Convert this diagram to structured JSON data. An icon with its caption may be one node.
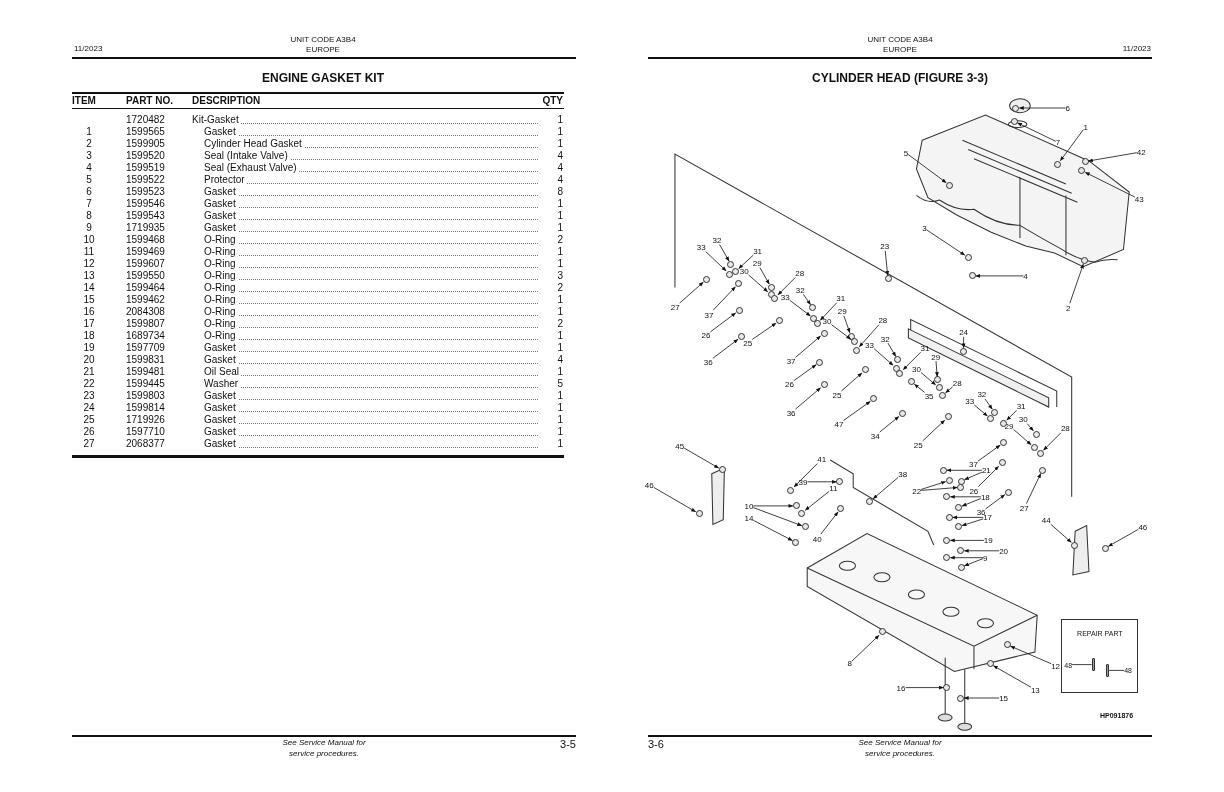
{
  "diagram": {
    "nodes": [
      {
        "text": [
          "6"
        ]
      },
      {
        "text": [
          "7"
        ]
      },
      {
        "text": [
          "1"
        ]
      },
      {
        "text": [
          "42"
        ]
      },
      {
        "text": [
          "5"
        ]
      },
      {
        "text": [
          "43"
        ]
      },
      {
        "text": [
          "3"
        ]
      },
      {
        "text": [
          "32"
        ]
      },
      {
        "text": [
          "33"
        ]
      },
      {
        "text": [
          "23"
        ]
      },
      {
        "text": [
          "31"
        ]
      },
      {
        "text": [
          "29"
        ]
      },
      {
        "text": [
          "4"
        ]
      },
      {
        "text": [
          "30"
        ]
      },
      {
        "text": [
          "28"
        ]
      },
      {
        "text": [
          "32"
        ]
      },
      {
        "text": [
          "2"
        ]
      },
      {
        "text": [
          "27"
        ]
      },
      {
        "text": [
          "33"
        ]
      },
      {
        "text": [
          "31"
        ]
      },
      {
        "text": [
          "37"
        ]
      },
      {
        "text": [
          "29"
        ]
      },
      {
        "text": [
          "30"
        ]
      },
      {
        "text": [
          "28"
        ]
      },
      {
        "text": [
          "26"
        ]
      },
      {
        "text": [
          "24"
        ]
      },
      {
        "text": [
          "25"
        ]
      },
      {
        "text": [
          "32"
        ]
      },
      {
        "text": [
          "33"
        ]
      },
      {
        "text": [
          "31"
        ]
      },
      {
        "text": [
          "37"
        ]
      },
      {
        "text": [
          "36"
        ]
      },
      {
        "text": [
          "29"
        ]
      },
      {
        "text": [
          "30"
        ]
      },
      {
        "text": [
          "26"
        ]
      },
      {
        "text": [
          "28"
        ]
      },
      {
        "text": [
          "25"
        ]
      },
      {
        "text": [
          "35"
        ]
      },
      {
        "text": [
          "32"
        ]
      },
      {
        "text": [
          "33"
        ]
      },
      {
        "text": [
          "36"
        ]
      },
      {
        "text": [
          "31"
        ]
      },
      {
        "text": [
          "47"
        ]
      },
      {
        "text": [
          "30"
        ]
      },
      {
        "text": [
          "29"
        ]
      },
      {
        "text": [
          "34"
        ]
      },
      {
        "text": [
          "28"
        ]
      },
      {
        "text": [
          "25"
        ]
      },
      {
        "text": [
          "45"
        ]
      },
      {
        "text": [
          "37"
        ]
      },
      {
        "text": [
          "41"
        ]
      },
      {
        "text": [
          "21"
        ]
      },
      {
        "text": [
          "38"
        ]
      },
      {
        "text": [
          "39"
        ]
      },
      {
        "text": [
          "26"
        ]
      },
      {
        "text": [
          "22"
        ]
      },
      {
        "text": [
          "46"
        ]
      },
      {
        "text": [
          "11"
        ]
      },
      {
        "text": [
          "18"
        ]
      },
      {
        "text": [
          "27"
        ]
      },
      {
        "text": [
          "10"
        ]
      },
      {
        "text": [
          "36"
        ]
      },
      {
        "text": [
          "17"
        ]
      },
      {
        "text": [
          "40"
        ]
      },
      {
        "text": [
          "14"
        ]
      },
      {
        "text": [
          "44"
        ]
      },
      {
        "text": [
          "46"
        ]
      },
      {
        "text": [
          "19"
        ]
      },
      {
        "text": [
          "20"
        ]
      },
      {
        "text": [
          "9"
        ]
      },
      {
        "text": [
          "REPAIR PART"
        ]
      },
      {
        "text": [
          "48"
        ],
        "in": 70
      },
      {
        "text": [
          "48"
        ],
        "in": 70
      },
      {
        "text": [
          "8"
        ]
      },
      {
        "text": [
          "12"
        ]
      },
      {
        "text": [
          "13"
        ]
      },
      {
        "text": [
          "16"
        ]
      },
      {
        "text": [
          "15"
        ]
      },
      {
        "text": [],
        "shape": "circle"
      },
      {
        "text": [],
        "shape": "circle"
      },
      {
        "text": [],
        "shape": "circle"
      },
      {
        "text": [],
        "shape": "circle"
      },
      {
        "text": [],
        "shape": "circle"
      },
      {
        "text": [],
        "shape": "circle"
      },
      {
        "text": [],
        "shape": "circle"
      },
      {
        "text": [],
        "shape": "circle"
      },
      {
        "text": [],
        "shape": "circle"
      },
      {
        "text": [],
        "shape": "circle"
      },
      {
        "text": [],
        "shape": "circle"
      },
      {
        "text": [],
        "shape": "circle"
      },
      {
        "text": [],
        "shape": "circle"
      },
      {
        "text": [],
        "shape": "circle"
      },
      {
        "text": [],
        "shape": "circle"
      },
      {
        "text": [],
        "shape": "circle"
      },
      {
        "text": [],
        "shape": "circle"
      },
      {
        "text": [],
        "shape": "circle"
      },
      {
        "text": [],
        "shape": "circle"
      },
      {
        "text": [],
        "shape": "circle"
      },
      {
        "text": [],
        "shape": "circle"
      },
      {
        "text": [],
        "shape": "circle"
      },
      {
        "text": [],
        "shape": "circle"
      },
      {
        "text": [],
        "shape": "circle"
      },
      {
        "text": [],
        "shape": "circle"
      },
      {
        "text": [],
        "shape": "circle"
      },
      {
        "text": [],
        "shape": "circle"
      },
      {
        "text": [],
        "shape": "circle"
      },
      {
        "text": [],
        "shape": "circle"
      },
      {
        "text": [],
        "shape": "circle"
      },
      {
        "text": [],
        "shape": "circle"
      },
      {
        "text": [],
        "shape": "circle"
      },
      {
        "text": [],
        "shape": "circle"
      },
      {
        "text": [],
        "shape": "circle"
      },
      {
        "text": [],
        "shape": "circle"
      },
      {
        "text": [],
        "shape": "circle"
      },
      {
        "text": [],
        "shape": "circle"
      },
      {
        "text": [],
        "shape": "circle"
      },
      {
        "text": [],
        "shape": "circle"
      },
      {
        "text": [],
        "shape": "circle"
      },
      {
        "text": [],
        "shape": "circle"
      },
      {
        "text": [],
        "shape": "circle"
      },
      {
        "text": [],
        "shape": "circle"
      },
      {
        "text": [],
        "shape": "circle"
      },
      {
        "text": [],
        "shape": "circle"
      },
      {
        "text": [],
        "shape": "circle"
      },
      {
        "text": [],
        "shape": "circle"
      },
      {
        "text": [],
        "shape": "circle"
      },
      {
        "text": [],
        "shape": "circle"
      },
      {
        "text": [],
        "shape": "circle"
      },
      {
        "text": [],
        "shape": "circle"
      },
      {
        "text": [],
        "shape": "circle"
      },
      {
        "text": [],
        "shape": "circle"
      },
      {
        "text": [],
        "shape": "circle"
      },
      {
        "text": [],
        "shape": "circle"
      },
      {
        "text": [],
        "shape": "circle"
      },
      {
        "text": [],
        "shape": "circle"
      },
      {
        "text": [],
        "shape": "circle"
      },
      {
        "text": [],
        "shape": "circle"
      },
      {
        "text": [],
        "shape": "circle"
      },
      {
        "text": [],
        "shape": "circle"
      },
      {
        "text": [],
        "shape": "circle"
      },
      {
        "text": [],
        "shape": "circle"
      },
      {
        "text": [],
        "shape": "circle"
      },
      {
        "text": [],
        "shape": "circle"
      },
      {
        "text": [],
        "shape": "circle"
      },
      {
        "text": [],
        "shape": "circle"
      },
      {
        "text": [],
        "shape": "circle"
      },
      {
        "text": [],
        "shape": "circle"
      },
      {
        "text": [],
        "shape": "circle"
      },
      {
        "text": [],
        "shape": "circle"
      },
      {
        "text": [],
        "shape": "circle"
      },
      {
        "text": [],
        "shape": "circle"
      },
      {
        "text": [],
        "shape": "circle"
      },
      {
        "text": [],
        "shape": "circle"
      },
      {
        "text": [],
        "shape": "circle"
      },
      {
        "text": [],
        "shape": "bar",
        "in": 70
      },
      {
        "text": [],
        "shape": "bar",
        "in": 70
      },
      {
        "text": [],
        "shape": "circle"
      },
      {
        "text": [],
        "shape": "circle"
      },
      {
        "text": [],
        "shape": "circle"
      },
      {
        "text": [],
        "shape": "circle"
      },
      {
        "text": [],
        "shape": "circle"
      }
    ],
    "edges": [
      {
        "from": 0,
        "to": 78,
        "arrow": "to"
      },
      {
        "from": 1,
        "to": 79,
        "arrow": "to"
      },
      {
        "from": 2,
        "to": 80,
        "arrow": "to"
      },
      {
        "from": 3,
        "to": 81,
        "arrow": "to"
      },
      {
        "from": 4,
        "to": 82,
        "arrow": "to"
      },
      {
        "from": 5,
        "to": 83,
        "arrow": "to"
      },
      {
        "from": 6,
        "to": 84,
        "arrow": "to"
      },
      {
        "from": 7,
        "to": 85,
        "arrow": "to"
      },
      {
        "from": 8,
        "to": 86,
        "arrow": "to"
      },
      {
        "from": 9,
        "to": 87,
        "arrow": "to"
      },
      {
        "from": 10,
        "to": 88,
        "arrow": "to"
      },
      {
        "from": 11,
        "to": 89,
        "arrow": "to"
      },
      {
        "from": 12,
        "to": 90,
        "arrow": "to"
      },
      {
        "from": 13,
        "to": 91,
        "arrow": "to"
      },
      {
        "from": 14,
        "to": 92,
        "arrow": "to"
      },
      {
        "from": 15,
        "to": 93,
        "arrow": "to"
      },
      {
        "from": 16,
        "to": 94,
        "arrow": "to"
      },
      {
        "from": 17,
        "to": 95,
        "arrow": "to"
      },
      {
        "from": 18,
        "to": 96,
        "arrow": "to"
      },
      {
        "from": 19,
        "to": 97,
        "arrow": "to"
      },
      {
        "from": 20,
        "to": 98,
        "arrow": "to"
      },
      {
        "from": 21,
        "to": 99,
        "arrow": "to"
      },
      {
        "from": 22,
        "to": 100,
        "arrow": "to"
      },
      {
        "from": 23,
        "to": 101,
        "arrow": "to"
      },
      {
        "from": 24,
        "to": 102,
        "arrow": "to"
      },
      {
        "from": 25,
        "to": 103,
        "arrow": "to"
      },
      {
        "from": 26,
        "to": 104,
        "arrow": "to"
      },
      {
        "from": 27,
        "to": 105,
        "arrow": "to"
      },
      {
        "from": 28,
        "to": 106,
        "arrow": "to"
      },
      {
        "from": 29,
        "to": 107,
        "arrow": "to"
      },
      {
        "from": 30,
        "to": 108,
        "arrow": "to"
      },
      {
        "from": 31,
        "to": 109,
        "arrow": "to"
      },
      {
        "from": 32,
        "to": 110,
        "arrow": "to"
      },
      {
        "from": 33,
        "to": 111,
        "arrow": "to"
      },
      {
        "from": 34,
        "to": 112,
        "arrow": "to"
      },
      {
        "from": 35,
        "to": 113,
        "arrow": "to"
      },
      {
        "from": 36,
        "to": 114,
        "arrow": "to"
      },
      {
        "from": 37,
        "to": 115,
        "arrow": "to"
      },
      {
        "from": 38,
        "to": 116,
        "arrow": "to"
      },
      {
        "from": 39,
        "to": 117,
        "arrow": "to"
      },
      {
        "from": 40,
        "to": 118,
        "arrow": "to"
      },
      {
        "from": 41,
        "to": 119,
        "arrow": "to"
      },
      {
        "from": 42,
        "to": 120,
        "arrow": "to"
      },
      {
        "from": 43,
        "to": 121,
        "arrow": "to"
      },
      {
        "from": 44,
        "to": 122,
        "arrow": "to"
      },
      {
        "from": 45,
        "to": 123,
        "arrow": "to"
      },
      {
        "from": 46,
        "to": 124,
        "arrow": "to"
      },
      {
        "from": 47,
        "to": 125,
        "arrow": "to"
      },
      {
        "from": 48,
        "to": 126,
        "arrow": "to"
      },
      {
        "from": 49,
        "to": 127,
        "arrow": "to"
      },
      {
        "from": 50,
        "to": 128,
        "arrow": "to"
      },
      {
        "from": 51,
        "to": 129,
        "arrow": "to"
      },
      {
        "from": 51,
        "to": 130,
        "arrow": "to"
      },
      {
        "from": 52,
        "to": 131,
        "arrow": "to"
      },
      {
        "from": 53,
        "to": 132,
        "arrow": "to"
      },
      {
        "from": 54,
        "to": 133,
        "arrow": "to"
      },
      {
        "from": 55,
        "to": 134,
        "arrow": "to"
      },
      {
        "from": 55,
        "to": 135,
        "arrow": "to"
      },
      {
        "from": 56,
        "to": 136,
        "arrow": "to"
      },
      {
        "from": 57,
        "to": 137,
        "arrow": "to"
      },
      {
        "from": 58,
        "to": 138,
        "arrow": "to"
      },
      {
        "from": 58,
        "to": 139,
        "arrow": "to"
      },
      {
        "from": 59,
        "to": 140,
        "arrow": "to"
      },
      {
        "from": 60,
        "to": 141,
        "arrow": "to"
      },
      {
        "from": 60,
        "to": 142,
        "arrow": "to"
      },
      {
        "from": 61,
        "to": 143,
        "arrow": "to"
      },
      {
        "from": 62,
        "to": 144,
        "arrow": "to"
      },
      {
        "from": 62,
        "to": 145,
        "arrow": "to"
      },
      {
        "from": 63,
        "to": 146,
        "arrow": "to"
      },
      {
        "from": 64,
        "to": 147,
        "arrow": "to"
      },
      {
        "from": 65,
        "to": 148,
        "arrow": "to"
      },
      {
        "from": 66,
        "to": 149,
        "arrow": "to"
      },
      {
        "from": 67,
        "to": 150,
        "arrow": "to"
      },
      {
        "from": 68,
        "to": 151,
        "arrow": "to"
      },
      {
        "from": 69,
        "to": 152,
        "arrow": "to"
      },
      {
        "from": 69,
        "to": 153,
        "arrow": "to"
      },
      {
        "from": 71,
        "to": 154,
        "arrow": "none"
      },
      {
        "from": 72,
        "to": 155,
        "arrow": "none"
      },
      {
        "from": 73,
        "to": 156,
        "arrow": "to"
      },
      {
        "from": 74,
        "to": 157,
        "arrow": "to"
      },
      {
        "from": 75,
        "to": 158,
        "arrow": "to"
      },
      {
        "from": 76,
        "to": 159,
        "arrow": "to"
      },
      {
        "from": 77,
        "to": 160,
        "arrow": "to"
      }
    ],
    "labels": [
      "11/2023",
      "UNIT CODE A3B4",
      "EUROPE",
      "UNIT CODE A3B4",
      "EUROPE",
      "11/2023",
      "ENGINE GASKET KIT",
      "CYLINDER HEAD (FIGURE 3-3)",
      "ITEM",
      "PART NO.",
      "DESCRIPTION",
      "QTY",
      "1720482",
      "Kit-Gasket",
      "1",
      "1",
      "1599565",
      "Gasket",
      "1",
      "2",
      "1599905",
      "Cylinder Head Gasket",
      "1",
      "3",
      "1599520",
      "Seal (Intake Valve)",
      "4",
      "4",
      "1599519",
      "Seal (Exhaust Valve)",
      "4",
      "5",
      "1599522",
      "Protector",
      "4",
      "6",
      "1599523",
      "Gasket",
      "8",
      "7",
      "1599546",
      "Gasket",
      "1",
      "8",
      "1599543",
      "Gasket",
      "1",
      "9",
      "1719935",
      "Gasket",
      "1",
      "10",
      "1599468",
      "O-Ring",
      "2",
      "11",
      "1599469",
      "O-Ring",
      "1",
      "12",
      "1599607",
      "O-Ring",
      "1",
      "13",
      "1599550",
      "O-Ring",
      "3",
      "14",
      "1599464",
      "O-Ring",
      "2",
      "15",
      "1599462",
      "O-Ring",
      "1",
      "16",
      "2084308",
      "O-Ring",
      "1",
      "17",
      "1599807",
      "O-Ring",
      "2",
      "18",
      "1689734",
      "O-Ring",
      "1",
      "19",
      "1597709",
      "Gasket",
      "1",
      "20",
      "1599831",
      "Gasket",
      "4",
      "21",
      "1599481",
      "Oil Seal",
      "1",
      "22",
      "1599445",
      "Washer",
      "5",
      "23",
      "1599803",
      "Gasket",
      "1",
      "24",
      "1599814",
      "Gasket",
      "1",
      "25",
      "1719926",
      "Gasket",
      "1",
      "26",
      "1597710",
      "Gasket",
      "1",
      "27",
      "2068377",
      "Gasket",
      "1",
      "HP091876",
      "See Service Manual for service procedures.",
      "3-5",
      "3-6",
      "See Service Manual for service procedures."
    ]
  }
}
